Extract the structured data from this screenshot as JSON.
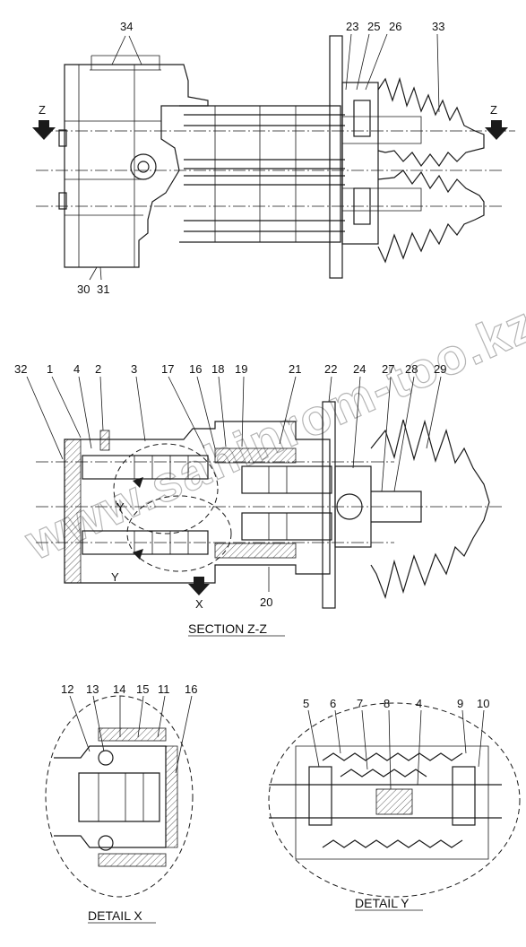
{
  "watermark": "www.sahinrom-too.kz",
  "top_view": {
    "labels": [
      "34",
      "23",
      "25",
      "26",
      "33",
      "30",
      "31"
    ],
    "section_marker": "Z"
  },
  "section_view": {
    "labels": [
      "32",
      "1",
      "4",
      "2",
      "3",
      "17",
      "16",
      "18",
      "19",
      "21",
      "22",
      "24",
      "27",
      "28",
      "29",
      "20"
    ],
    "detail_markers": [
      "Y",
      "Y",
      "X"
    ],
    "caption": "SECTION Z-Z"
  },
  "detail_x": {
    "labels": [
      "12",
      "13",
      "14",
      "15",
      "11",
      "16"
    ],
    "caption": "DETAIL X"
  },
  "detail_y": {
    "labels": [
      "5",
      "6",
      "7",
      "8",
      "4",
      "9",
      "10"
    ],
    "caption": "DETAIL Y"
  }
}
